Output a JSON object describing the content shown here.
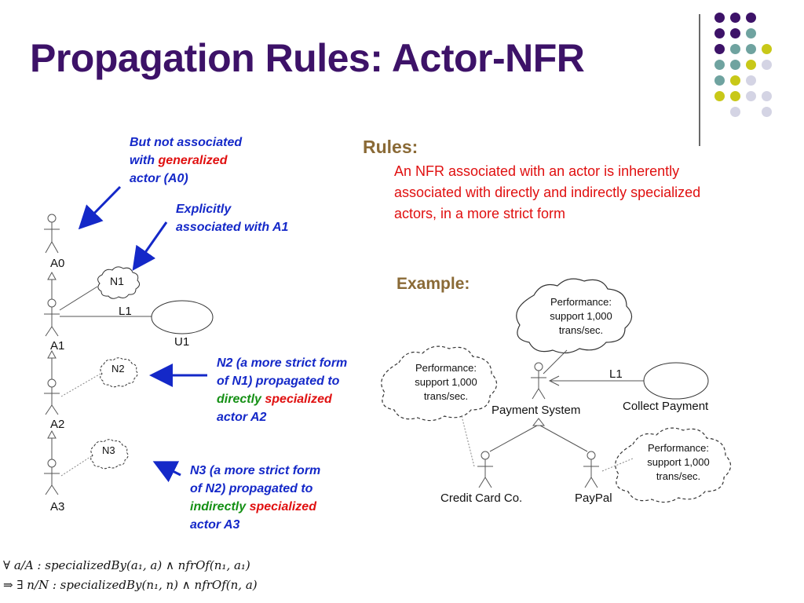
{
  "slide": {
    "title": "Propagation Rules: Actor-NFR",
    "decoration_colors": [
      "#3d1268",
      "#6fa3a0",
      "#c8c818",
      "#d4d4e4"
    ]
  },
  "notes": {
    "not_associated": {
      "line1": "But not associated",
      "line2_pre": "with ",
      "line2_red": "generalized",
      "line3": "actor (A0)"
    },
    "explicit": {
      "line1": "Explicitly",
      "line2": "associated with A1"
    },
    "n2_note": {
      "line1": "N2 (a more strict form",
      "line2": "of N1) propagated to",
      "line3_green": "directly",
      "line3_red": " specialized",
      "line4": "actor A2"
    },
    "n3_note": {
      "line1": "N3 (a more strict form",
      "line2": "of N2) propagated to",
      "line3_green": "indirectly",
      "line3_red": " specialized",
      "line4": "actor A3"
    }
  },
  "left_diagram": {
    "actors": [
      "A0",
      "A1",
      "A2",
      "A3"
    ],
    "nfrs": [
      "N1",
      "N2",
      "N3"
    ],
    "link": "L1",
    "usecase": "U1"
  },
  "rules": {
    "heading": "Rules:",
    "text": "An NFR associated with an actor is inherently associated with directly and indirectly specialized actors, in a more strict form"
  },
  "example": {
    "heading": "Example:",
    "cloud_text": {
      "line1": "Performance:",
      "line2": "support 1,000",
      "line3": "trans/sec."
    },
    "actor_main": "Payment System",
    "actor_child1": "Credit Card Co.",
    "actor_child2": "PayPal",
    "link": "L1",
    "usecase": "Collect Payment"
  },
  "formula": {
    "line1": "∀ a/A : specializedBy(a₁, a) ∧ nfrOf(n₁, a₁)",
    "line2": "⇒ ∃ n/N : specializedBy(n₁, n) ∧ nfrOf(n, a)"
  }
}
